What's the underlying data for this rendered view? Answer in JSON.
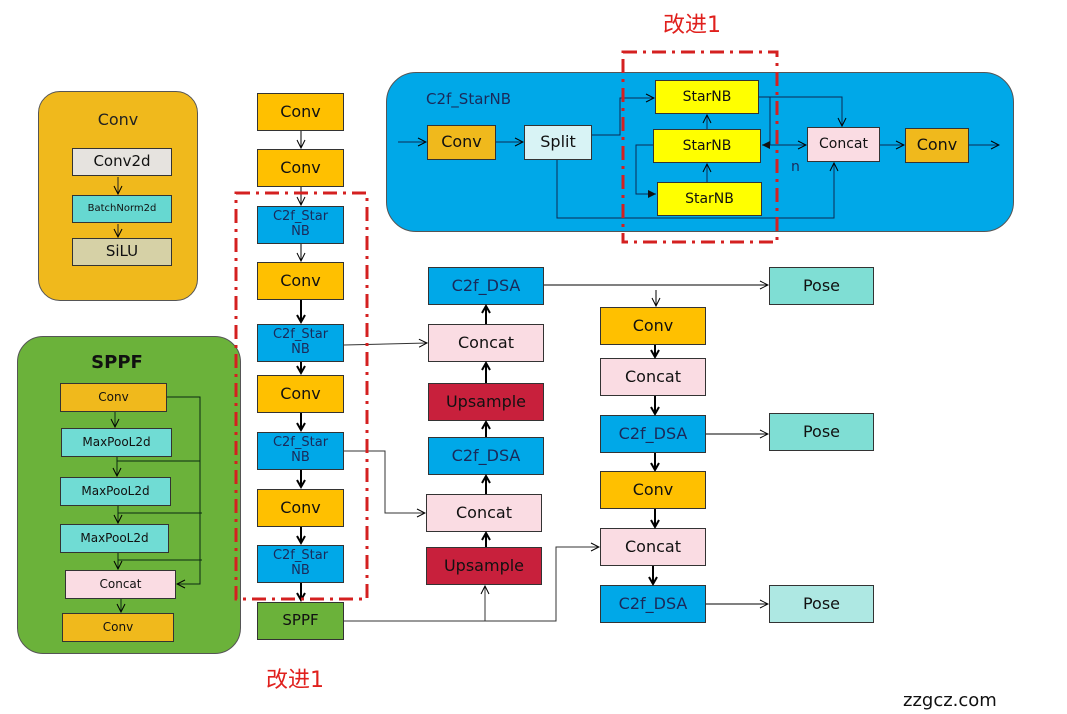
{
  "colors": {
    "conv": "#ffc000",
    "conv_panel": "#f0b91c",
    "c2f": "#00a8e8",
    "concat": "#fadce3",
    "upsample": "#c8203c",
    "pose": "#7fded4",
    "pose_light": "#aee8e3",
    "sppf": "#6bb23a",
    "starnb": "#ffff00",
    "split": "#d8f3f5",
    "conv2d": "#e6e3df",
    "batchnorm": "#66d8d1",
    "silu": "#d6d1a6",
    "maxpool": "#70dcd4",
    "highlight": "#d42020"
  },
  "annotations": {
    "top_label": "改进1",
    "bottom_label": "改进1",
    "watermark": "zzgcz.com"
  },
  "conv_panel": {
    "title": "Conv",
    "layers": [
      "Conv2d",
      "BatchNorm2d",
      "SiLU"
    ]
  },
  "sppf_panel": {
    "title": "SPPF",
    "layers": [
      "Conv",
      "MaxPooL2d",
      "MaxPooL2d",
      "MaxPooL2d",
      "Concat",
      "Conv"
    ]
  },
  "c2f_panel": {
    "title": "C2f_StarNB",
    "conv_in": "Conv",
    "split": "Split",
    "starnb": [
      "StarNB",
      "StarNB",
      "StarNB"
    ],
    "repeat_label": "n",
    "concat": "Concat",
    "conv_out": "Conv"
  },
  "backbone": [
    "Conv",
    "Conv",
    "C2f_Star\nNB",
    "Conv",
    "C2f_Star\nNB",
    "Conv",
    "C2f_Star\nNB",
    "Conv",
    "C2f_Star\nNB",
    "SPPF"
  ],
  "neck_up": [
    "C2f_DSA",
    "Concat",
    "Upsample",
    "C2f_DSA",
    "Concat",
    "Upsample"
  ],
  "neck_down": [
    "Conv",
    "Concat",
    "C2f_DSA",
    "Conv",
    "Concat",
    "C2f_DSA"
  ],
  "heads": [
    "Pose",
    "Pose",
    "Pose"
  ]
}
